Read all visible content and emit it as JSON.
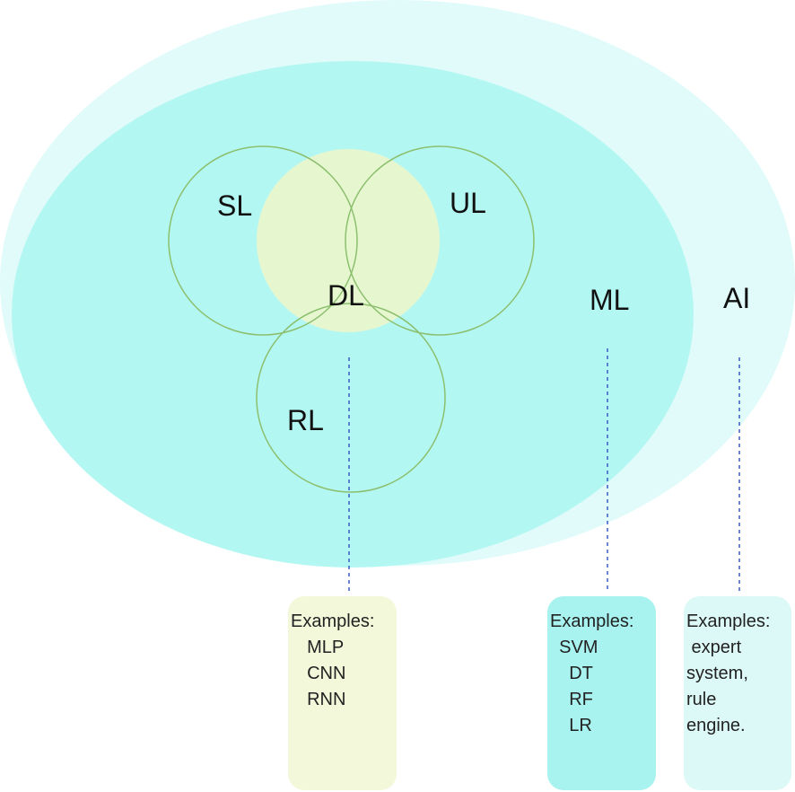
{
  "labels": {
    "ai": "AI",
    "ml": "ML",
    "sl": "SL",
    "ul": "UL",
    "dl": "DL",
    "rl": "RL"
  },
  "boxes": {
    "dl": {
      "heading": "Examples:",
      "items": [
        "  MLP",
        "  CNN",
        "  RNN"
      ]
    },
    "ml": {
      "heading": "Examples:",
      "items": [
        "  SVM",
        "    DT",
        "    RF",
        "    LR"
      ]
    },
    "ai": {
      "heading": "Examples:",
      "items": [
        " expert",
        "system,",
        "rule",
        "engine."
      ]
    }
  },
  "colors": {
    "ai_ellipse": "#e0fbfa",
    "ml_ellipse": "#b3f7f2",
    "dl_circle": "#e6f7d0",
    "circle_stroke": "#8cbf6e",
    "connector": "#3b5bc4",
    "dl_box": "#f3f8da",
    "ml_box": "#a8f3ef",
    "ai_box": "#dcf9f7"
  }
}
